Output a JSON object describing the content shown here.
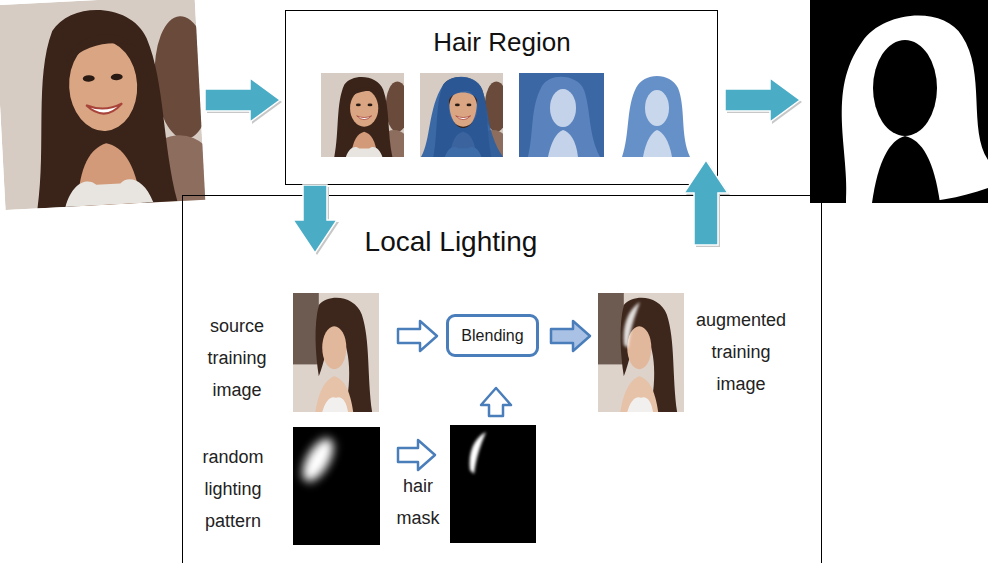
{
  "diagram": {
    "nodes": [
      {
        "text": [
          "Hair Region"
        ]
      },
      {
        "text": [
          "Local Lighting"
        ]
      },
      {
        "text": [
          "Blending"
        ],
        "in": 1
      }
    ],
    "edges": [
      {
        "from": 0,
        "to": 1,
        "arrow": "to"
      },
      {
        "from": 1,
        "to": 0,
        "arrow": "to"
      }
    ],
    "labels": [
      "source training image",
      "random lighting pattern",
      "hair mask",
      "augmented training image"
    ]
  }
}
